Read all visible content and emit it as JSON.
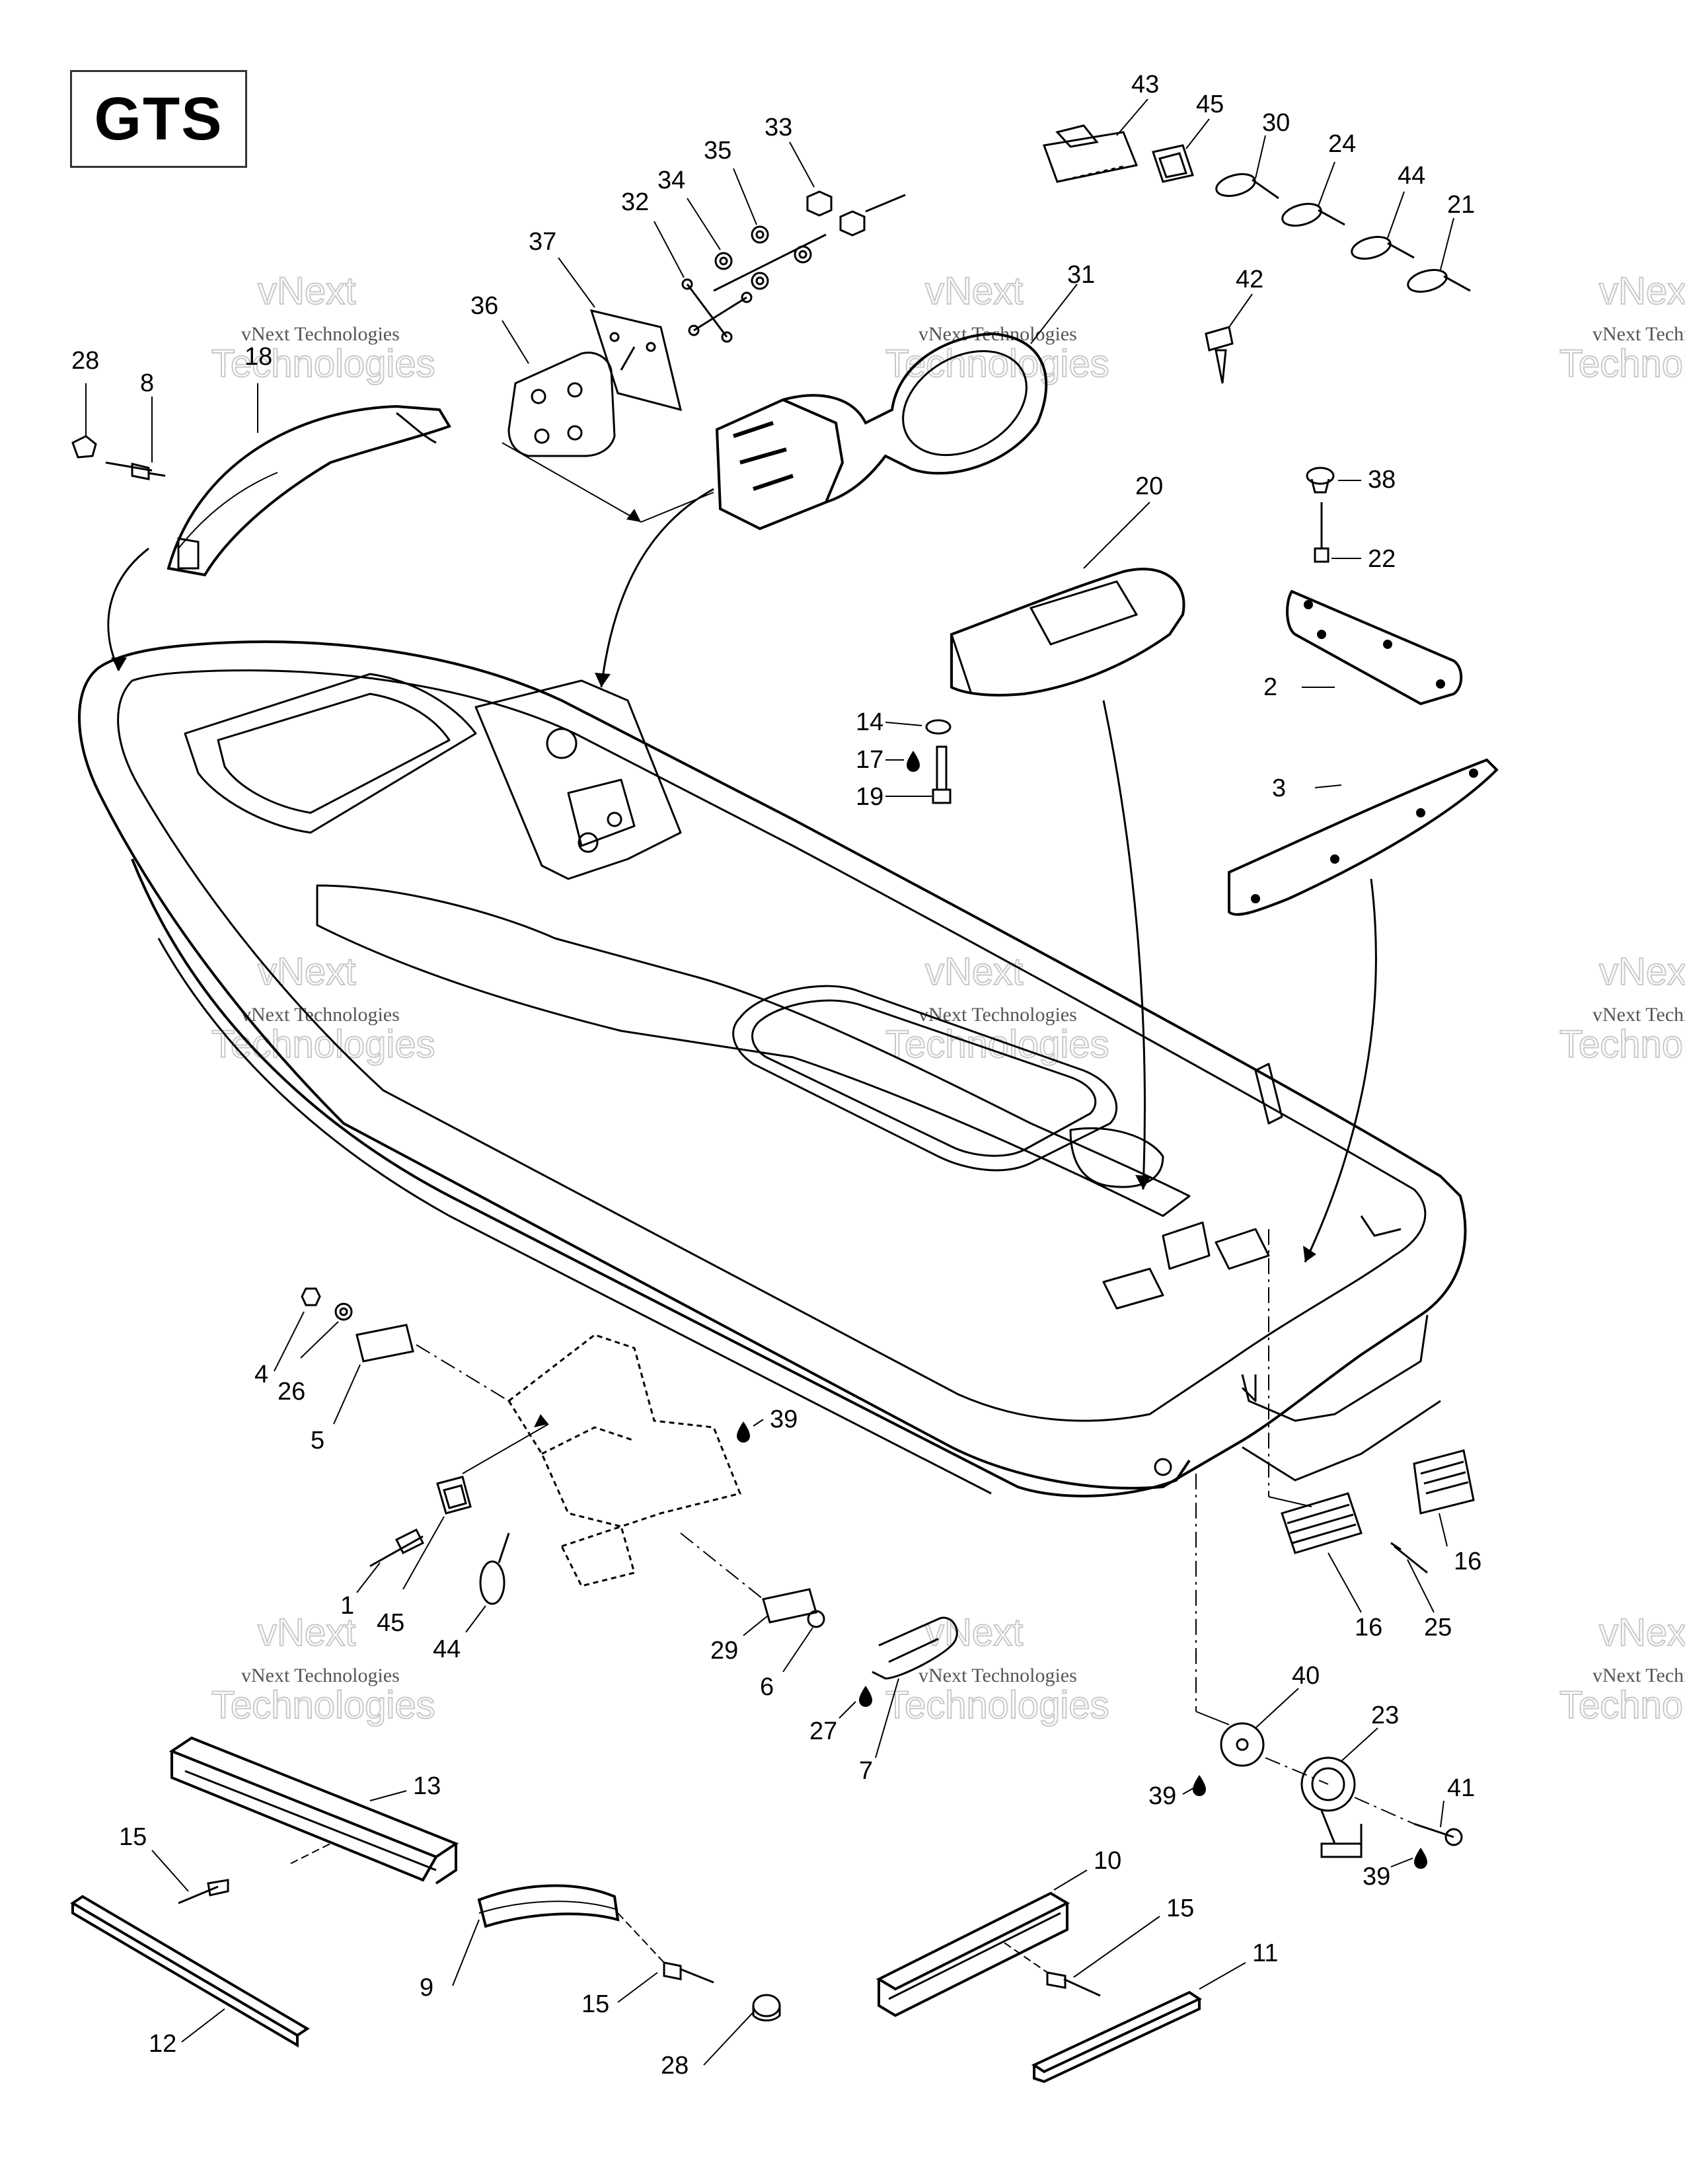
{
  "model": "GTS",
  "callouts": [
    {
      "id": "c43",
      "label": "43"
    },
    {
      "id": "c45a",
      "label": "45"
    },
    {
      "id": "c30",
      "label": "30"
    },
    {
      "id": "c24",
      "label": "24"
    },
    {
      "id": "c44a",
      "label": "44"
    },
    {
      "id": "c21",
      "label": "21"
    },
    {
      "id": "c42",
      "label": "42"
    },
    {
      "id": "c33",
      "label": "33"
    },
    {
      "id": "c35",
      "label": "35"
    },
    {
      "id": "c34",
      "label": "34"
    },
    {
      "id": "c32",
      "label": "32"
    },
    {
      "id": "c37",
      "label": "37"
    },
    {
      "id": "c36",
      "label": "36"
    },
    {
      "id": "c31",
      "label": "31"
    },
    {
      "id": "c28a",
      "label": "28"
    },
    {
      "id": "c8",
      "label": "8"
    },
    {
      "id": "c18",
      "label": "18"
    },
    {
      "id": "c20",
      "label": "20"
    },
    {
      "id": "c38",
      "label": "38"
    },
    {
      "id": "c22",
      "label": "22"
    },
    {
      "id": "c2",
      "label": "2"
    },
    {
      "id": "c14",
      "label": "14"
    },
    {
      "id": "c17",
      "label": "17"
    },
    {
      "id": "c19",
      "label": "19"
    },
    {
      "id": "c3",
      "label": "3"
    },
    {
      "id": "c4",
      "label": "4"
    },
    {
      "id": "c26",
      "label": "26"
    },
    {
      "id": "c5",
      "label": "5"
    },
    {
      "id": "c39a",
      "label": "39"
    },
    {
      "id": "c1",
      "label": "1"
    },
    {
      "id": "c45b",
      "label": "45"
    },
    {
      "id": "c44b",
      "label": "44"
    },
    {
      "id": "c29",
      "label": "29"
    },
    {
      "id": "c6",
      "label": "6"
    },
    {
      "id": "c27",
      "label": "27"
    },
    {
      "id": "c7",
      "label": "7"
    },
    {
      "id": "c16a",
      "label": "16"
    },
    {
      "id": "c16b",
      "label": "16"
    },
    {
      "id": "c25",
      "label": "25"
    },
    {
      "id": "c40",
      "label": "40"
    },
    {
      "id": "c23",
      "label": "23"
    },
    {
      "id": "c41",
      "label": "41"
    },
    {
      "id": "c39b",
      "label": "39"
    },
    {
      "id": "c39c",
      "label": "39"
    },
    {
      "id": "c13",
      "label": "13"
    },
    {
      "id": "c15a",
      "label": "15"
    },
    {
      "id": "c12",
      "label": "12"
    },
    {
      "id": "c9",
      "label": "9"
    },
    {
      "id": "c15b",
      "label": "15"
    },
    {
      "id": "c28b",
      "label": "28"
    },
    {
      "id": "c10",
      "label": "10"
    },
    {
      "id": "c15c",
      "label": "15"
    },
    {
      "id": "c11",
      "label": "11"
    }
  ],
  "watermark": {
    "line1": "vNext Technologies",
    "line2": "vNext",
    "line3": "Technologies"
  }
}
